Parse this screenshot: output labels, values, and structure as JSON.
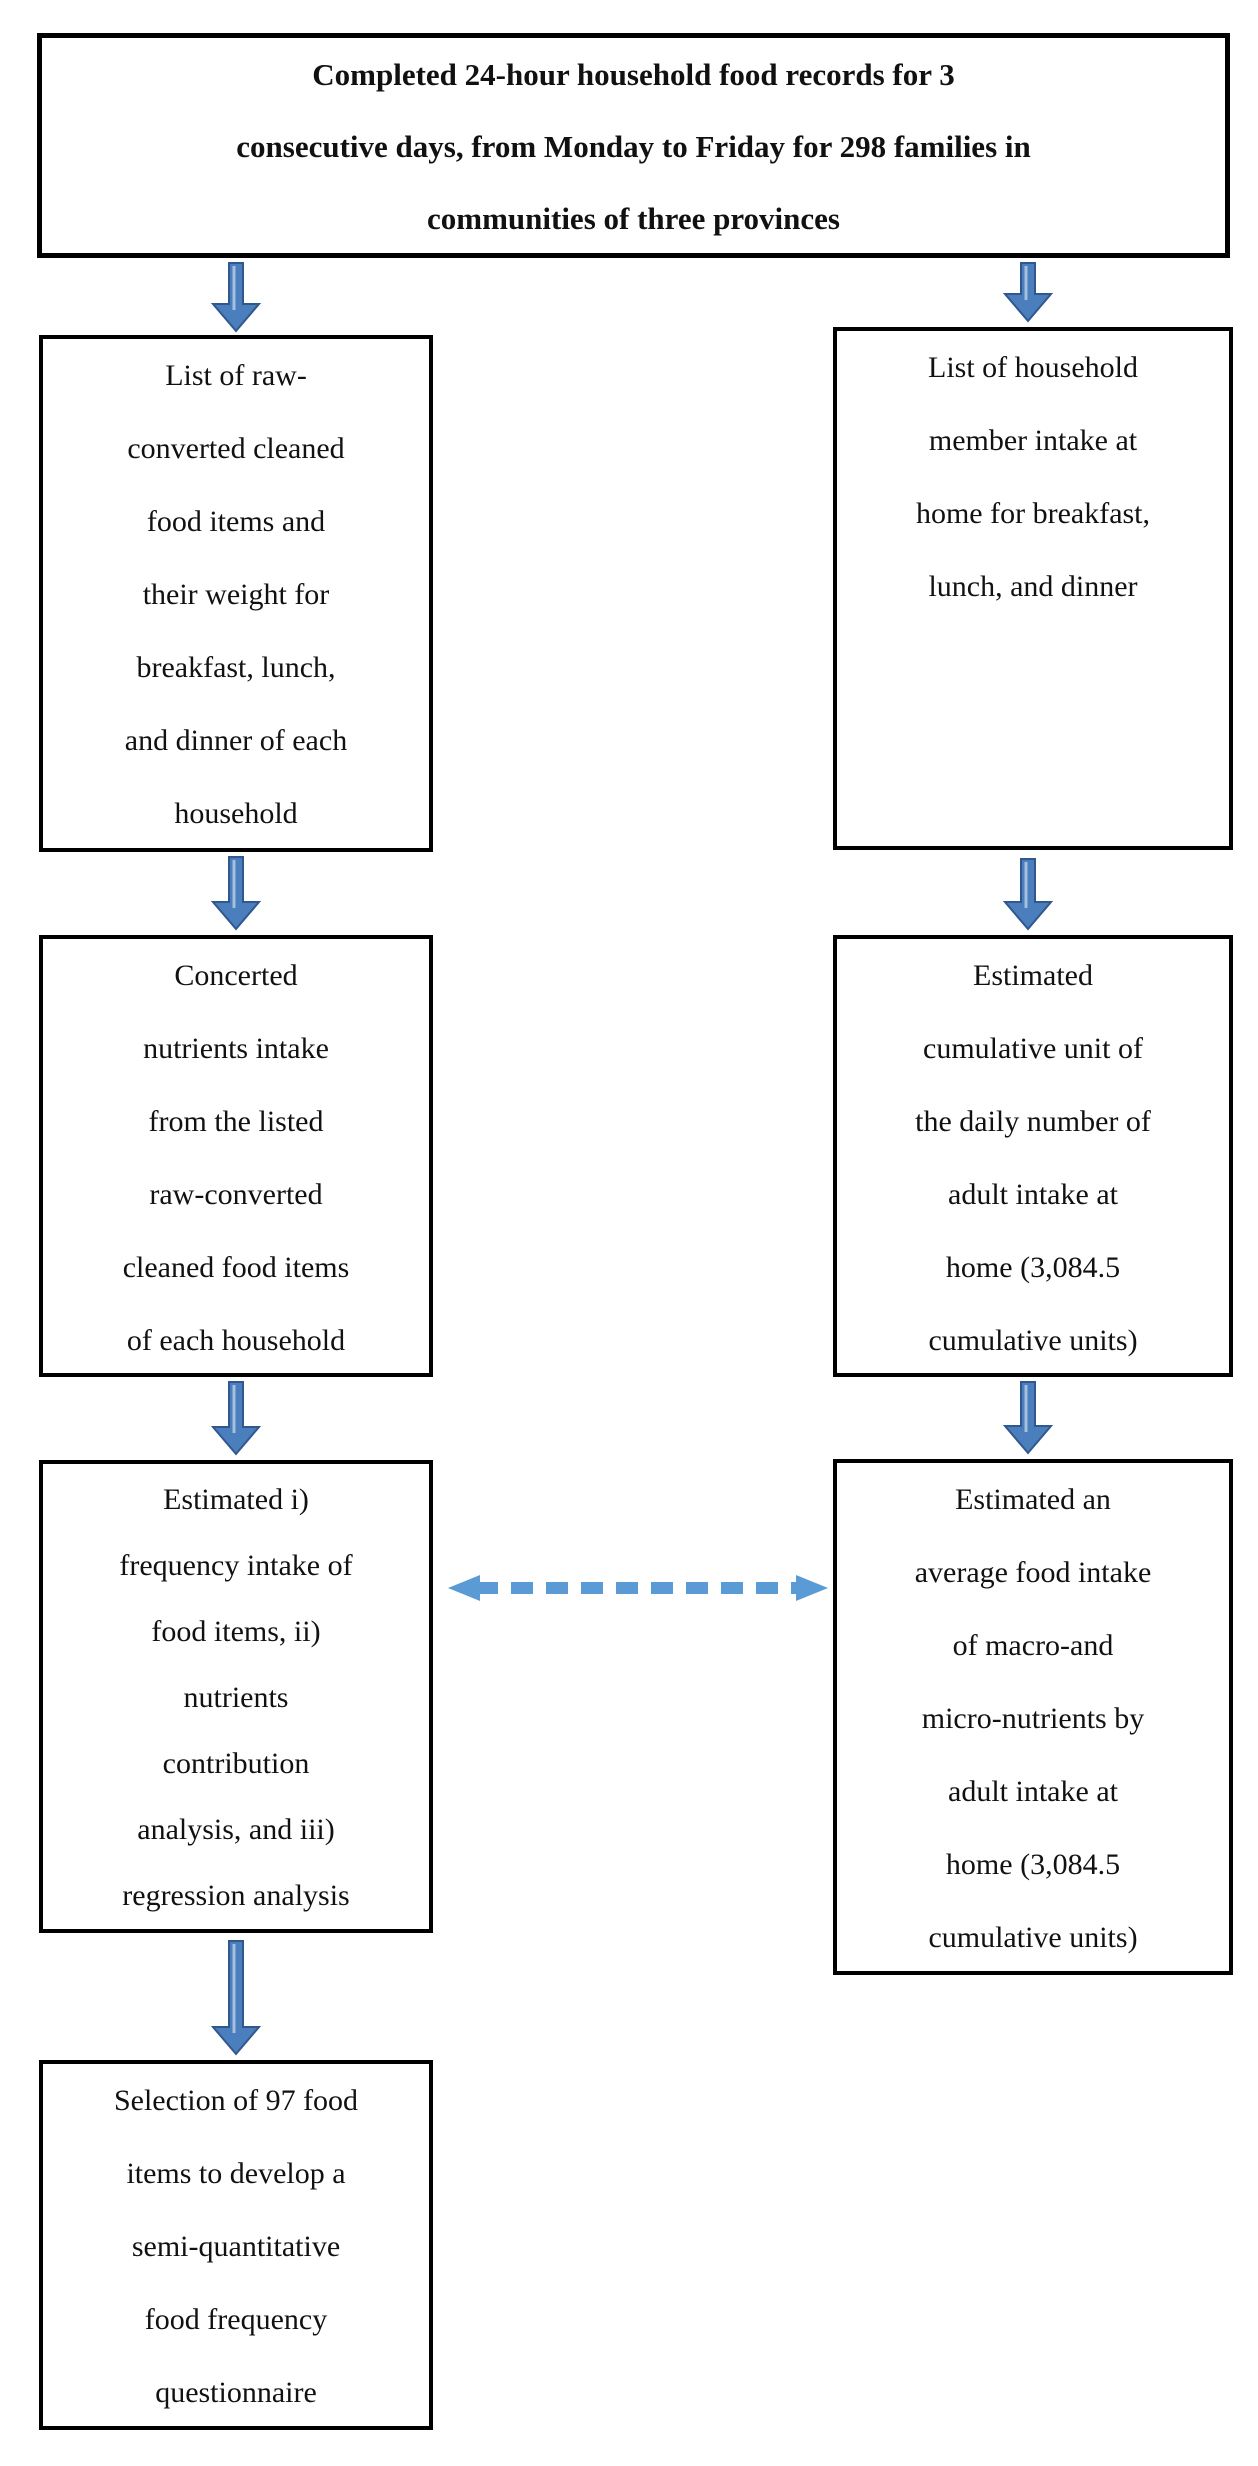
{
  "diagram": {
    "title": "Completed 24-hour household food records for 3\nconsecutive days, from Monday to Friday for 298 families in\ncommunities of three provinces",
    "boxes": {
      "left1": "List of raw-\nconverted cleaned\nfood items and\ntheir weight for\nbreakfast, lunch,\nand dinner of each\nhousehold",
      "left2": "Concerted\nnutrients intake\nfrom the listed\nraw-converted\ncleaned food items\nof each household",
      "left3": "Estimated i)\nfrequency intake of\nfood items, ii)\nnutrients\ncontribution\nanalysis, and iii)\nregression analysis",
      "left4": "Selection of 97 food\nitems to develop a\nsemi-quantitative\nfood frequency\nquestionnaire",
      "right1": "List of household\nmember intake at\nhome for breakfast,\nlunch, and dinner",
      "right2": "Estimated\ncumulative unit of\nthe daily number of\nadult intake at\nhome (3,084.5\ncumulative units)",
      "right3": "Estimated an\naverage food intake\nof macro-and\nmicro-nutrients by\nadult intake at\nhome (3,084.5\ncumulative units)"
    },
    "colors": {
      "arrow_fill": "#4b7ebd",
      "arrow_stroke": "#30588e",
      "dashed_arrow": "#5b9bd5",
      "box_border": "#000000",
      "text": "#111111",
      "background": "#ffffff"
    }
  }
}
